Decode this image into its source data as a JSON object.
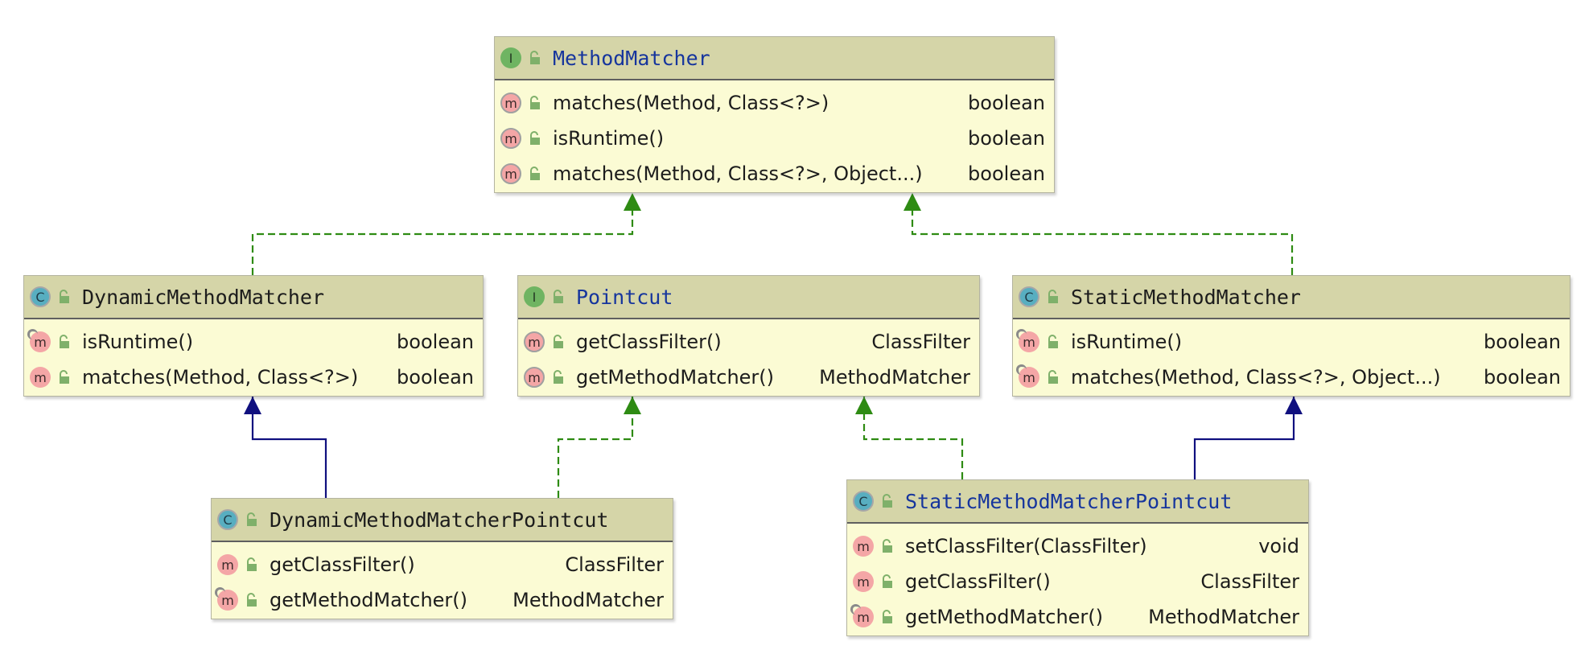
{
  "colors": {
    "implements_arrow": "#2e8b13",
    "extends_arrow": "#10107f",
    "box_fill": "#fbfbd4",
    "header_fill": "#d5d5a8"
  },
  "nodes": {
    "method_matcher": {
      "title": "MethodMatcher",
      "kind": "I",
      "rows": [
        {
          "icon": "m",
          "label": "matches(Method, Class<?>)",
          "type": "boolean"
        },
        {
          "icon": "m",
          "label": "isRuntime()",
          "type": "boolean"
        },
        {
          "icon": "m",
          "label": "matches(Method, Class<?>, Object...)",
          "type": "boolean"
        }
      ]
    },
    "dynamic_method_matcher": {
      "title": "DynamicMethodMatcher",
      "kind": "C",
      "rows": [
        {
          "icon": "m",
          "label": "isRuntime()",
          "type": "boolean"
        },
        {
          "icon": "m",
          "label": "matches(Method, Class<?>)",
          "type": "boolean"
        }
      ]
    },
    "pointcut": {
      "title": "Pointcut",
      "kind": "I",
      "rows": [
        {
          "icon": "m",
          "label": "getClassFilter()",
          "type": "ClassFilter"
        },
        {
          "icon": "m",
          "label": "getMethodMatcher()",
          "type": "MethodMatcher"
        }
      ]
    },
    "static_method_matcher": {
      "title": "StaticMethodMatcher",
      "kind": "C",
      "rows": [
        {
          "icon": "m",
          "label": "isRuntime()",
          "type": "boolean"
        },
        {
          "icon": "m",
          "label": "matches(Method, Class<?>, Object...)",
          "type": "boolean"
        }
      ]
    },
    "dynamic_method_matcher_pointcut": {
      "title": "DynamicMethodMatcherPointcut",
      "kind": "C",
      "rows": [
        {
          "icon": "m",
          "label": "getClassFilter()",
          "type": "ClassFilter"
        },
        {
          "icon": "m",
          "label": "getMethodMatcher()",
          "type": "MethodMatcher"
        }
      ]
    },
    "static_method_matcher_pointcut": {
      "title": "StaticMethodMatcherPointcut",
      "kind": "C",
      "rows": [
        {
          "icon": "m",
          "label": "setClassFilter(ClassFilter)",
          "type": "void"
        },
        {
          "icon": "m",
          "label": "getClassFilter()",
          "type": "ClassFilter"
        },
        {
          "icon": "m",
          "label": "getMethodMatcher()",
          "type": "MethodMatcher"
        }
      ]
    }
  },
  "edges": [
    {
      "from": "dynamic_method_matcher",
      "to": "method_matcher",
      "relation": "implements"
    },
    {
      "from": "static_method_matcher",
      "to": "method_matcher",
      "relation": "implements"
    },
    {
      "from": "dynamic_method_matcher_pointcut",
      "to": "dynamic_method_matcher",
      "relation": "extends"
    },
    {
      "from": "dynamic_method_matcher_pointcut",
      "to": "pointcut",
      "relation": "implements"
    },
    {
      "from": "static_method_matcher_pointcut",
      "to": "pointcut",
      "relation": "implements"
    },
    {
      "from": "static_method_matcher_pointcut",
      "to": "static_method_matcher",
      "relation": "extends"
    }
  ]
}
